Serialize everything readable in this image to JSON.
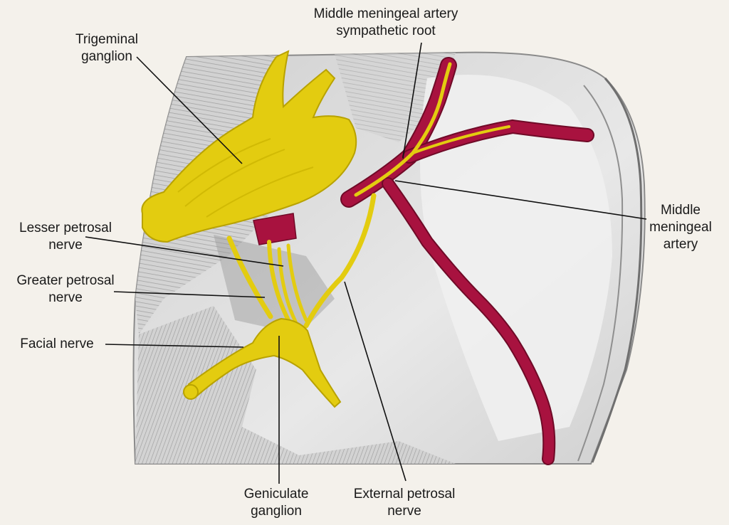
{
  "colors": {
    "nerve": "#e3cc10",
    "nerve_edge": "#b8a200",
    "artery": "#a8123f",
    "artery_edge": "#6f0a27",
    "background": "#f4f1eb",
    "bone": "#dcdcdc",
    "bone_light": "#f3f3f3",
    "leader": "#111111"
  },
  "labels": {
    "trigeminal_ganglion": {
      "line1": "Trigeminal",
      "line2": "ganglion"
    },
    "mma_sympathetic_root": {
      "line1": "Middle meningeal artery",
      "line2": "sympathetic root"
    },
    "lesser_petrosal_nerve": {
      "line1": "Lesser petrosal",
      "line2": "nerve"
    },
    "greater_petrosal_nerve": {
      "line1": "Greater petrosal",
      "line2": "nerve"
    },
    "facial_nerve": {
      "line1": "Facial nerve"
    },
    "middle_meningeal_artery": {
      "line1": "Middle",
      "line2": "meningeal",
      "line3": "artery"
    },
    "geniculate_ganglion": {
      "line1": "Geniculate",
      "line2": "ganglion"
    },
    "external_petrosal_nerve": {
      "line1": "External petrosal",
      "line2": "nerve"
    }
  }
}
